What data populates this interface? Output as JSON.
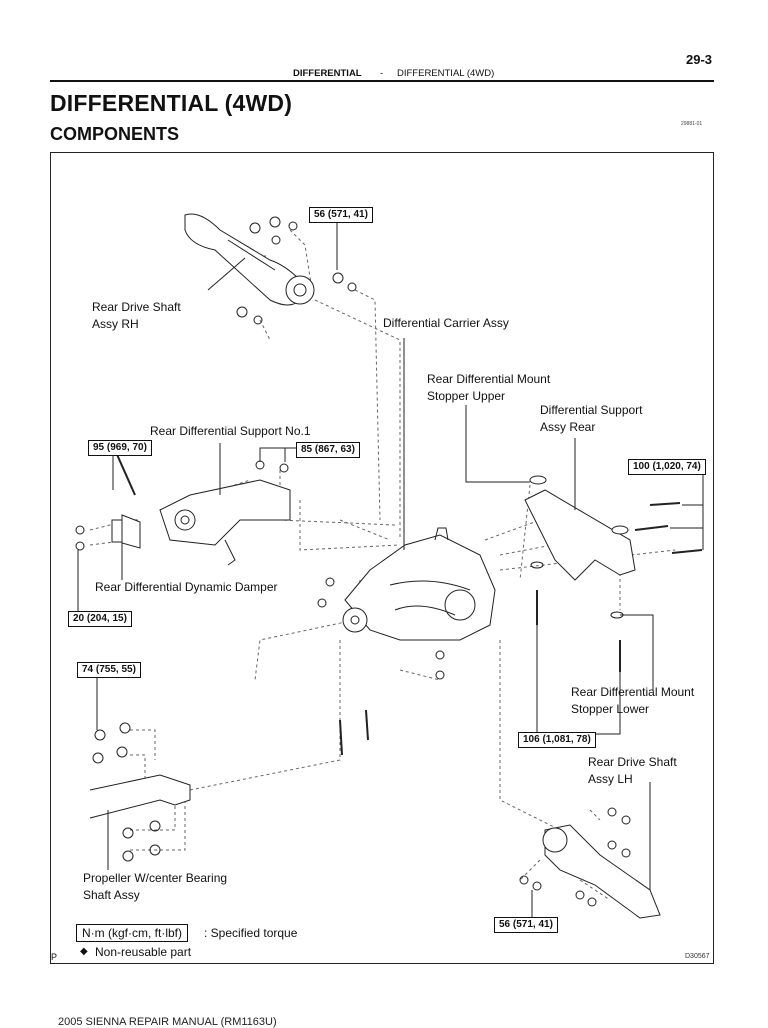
{
  "header": {
    "page_number": "29-3",
    "section": "DIFFERENTIAL",
    "separator": "-",
    "subsection": "DIFFERENTIAL (4WD)"
  },
  "title": "DIFFERENTIAL (4WD)",
  "subtitle": "COMPONENTS",
  "reference_code": "29881-01",
  "diagram": {
    "code": "D30567",
    "corner_mark": "P",
    "labels": {
      "rear_drive_shaft_rh": [
        "Rear Drive Shaft",
        "Assy RH"
      ],
      "differential_carrier": "Differential Carrier Assy",
      "mount_stopper_upper": [
        "Rear Differential Mount",
        "Stopper Upper"
      ],
      "support_assy_rear": [
        "Differential Support",
        "Assy Rear"
      ],
      "support_no1": "Rear Differential Support No.1",
      "dynamic_damper": "Rear Differential Dynamic Damper",
      "mount_stopper_lower": [
        "Rear Differential Mount",
        "Stopper Lower"
      ],
      "rear_drive_shaft_lh": [
        "Rear Drive Shaft",
        "Assy LH"
      ],
      "propeller_shaft": [
        "Propeller W/center Bearing",
        "Shaft Assy"
      ]
    },
    "torques": {
      "rh_shaft_nut": "56 (571, 41)",
      "support_no1_bolt": "95 (969, 70)",
      "support_no1_nuts": "85 (867, 63)",
      "support_rear_bolts": "100 (1,020, 74)",
      "damper_bolts": "20 (204, 15)",
      "propeller_bolts": "74 (755, 55)",
      "mount_stopper_bolts": "106 (1,081, 78)",
      "lh_shaft_nut": "56 (571, 41)"
    },
    "legend": {
      "torque_box": "N·m (kgf·cm, ft·lbf)",
      "torque_desc": ": Specified torque",
      "nonreusable_symbol": "◆",
      "nonreusable_desc": "Non-reusable part"
    }
  },
  "footer": "2005 SIENNA REPAIR MANUAL   (RM1163U)"
}
